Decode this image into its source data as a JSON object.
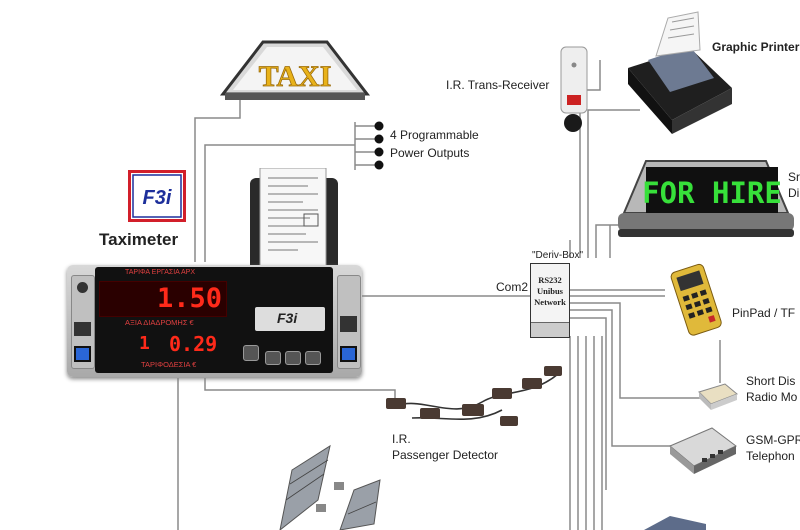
{
  "taxi_sign": {
    "text": "TAXI"
  },
  "brand_logo": {
    "text": "F3i"
  },
  "taximeter": {
    "label": "Taximeter",
    "fare_display": "1.50",
    "fare_caption": "ΑΞΙΑ ΔΙΑΔΡΟΜΗΣ €",
    "extras_display": "0.29",
    "extras_index": "1",
    "extras_caption": "ΤΑΡΙΦΟΔΕΣΙΑ €",
    "brand": "F3i",
    "top_caption": "ΤΑΡΙΦΑ ΕΡΓΑΣΙΑ ΑΡΧ"
  },
  "outputs": {
    "line1": "4 Programmable",
    "line2": "Power Outputs"
  },
  "ir_trans_receiver": {
    "label": "I.R. Trans-Receiver"
  },
  "graphic_printer": {
    "label": "Graphic Printer"
  },
  "hire_sign": {
    "text": "FOR HIRE",
    "label_line1": "Sr",
    "label_line2": "Di"
  },
  "deriv_box": {
    "title": "\"Deriv-Box\"",
    "line1": "RS232",
    "line2": "Unibus",
    "line3": "Network",
    "port_label": "Com2"
  },
  "pinpad": {
    "label": "PinPad / TF"
  },
  "short_distance_radio": {
    "label_line1": "Short Dis",
    "label_line2": "Radio Mo"
  },
  "gsm": {
    "label_line1": "GSM-GPR",
    "label_line2": "Telephon"
  },
  "passenger_detector": {
    "label_line1": "I.R.",
    "label_line2": "Passenger Detector"
  },
  "colors": {
    "taxi_yellow": "#e8b21a",
    "led_red": "#ff2a1a",
    "led_green": "#37e03a",
    "wire": "#8a8a8a",
    "logo_blue": "#1d2f9b",
    "logo_red": "#d21f2a"
  }
}
